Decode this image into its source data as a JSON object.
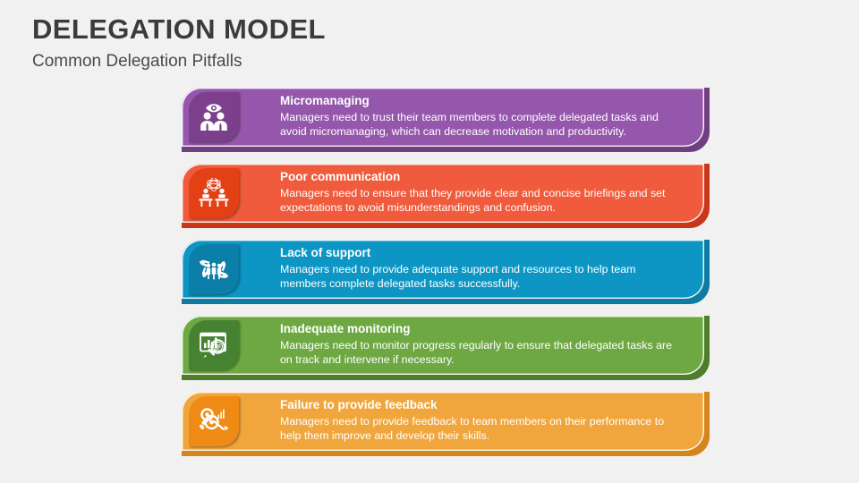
{
  "header": {
    "title": "DELEGATION MODEL",
    "subtitle": "Common Delegation Pitfalls"
  },
  "canvas": {
    "background": "#f1f1f1",
    "title_color": "#3b3b3b"
  },
  "rows": [
    {
      "heading": "Micromanaging",
      "description": "Managers need to trust their team members to complete delegated tasks and avoid micromanaging, which can decrease motivation and productivity.",
      "band_color": "#9557ab",
      "shell_color": "#6f3f80",
      "tile_color": "#7b3f8c",
      "icon": "team-eye-icon"
    },
    {
      "heading": "Poor communication",
      "description": "Managers need to ensure that they provide clear and concise briefings and set expectations to avoid misunderstandings and confusion.",
      "band_color": "#ef5b3c",
      "shell_color": "#c9371a",
      "tile_color": "#e34115",
      "icon": "two-desks-tangled-lines-icon"
    },
    {
      "heading": "Lack of support",
      "description": "Managers need to provide adequate support and resources to help team members complete delegated tasks successfully.",
      "band_color": "#0d96c4",
      "shell_color": "#0f7ba0",
      "tile_color": "#0b7fa8",
      "icon": "hands-supporting-people-icon"
    },
    {
      "heading": "Inadequate monitoring",
      "description": "Managers need to monitor progress regularly to ensure that delegated tasks are on track and intervene if necessary.",
      "band_color": "#6ea843",
      "shell_color": "#4e7d2d",
      "tile_color": "#468232",
      "icon": "chart-magnifier-icon"
    },
    {
      "heading": "Failure to provide feedback",
      "description": "Managers need to provide feedback to team members on their performance to help them improve and develop their skills.",
      "band_color": "#f0a63c",
      "shell_color": "#d4851c",
      "tile_color": "#ef8b14",
      "icon": "magnifier-chart-arrow-icon"
    }
  ]
}
